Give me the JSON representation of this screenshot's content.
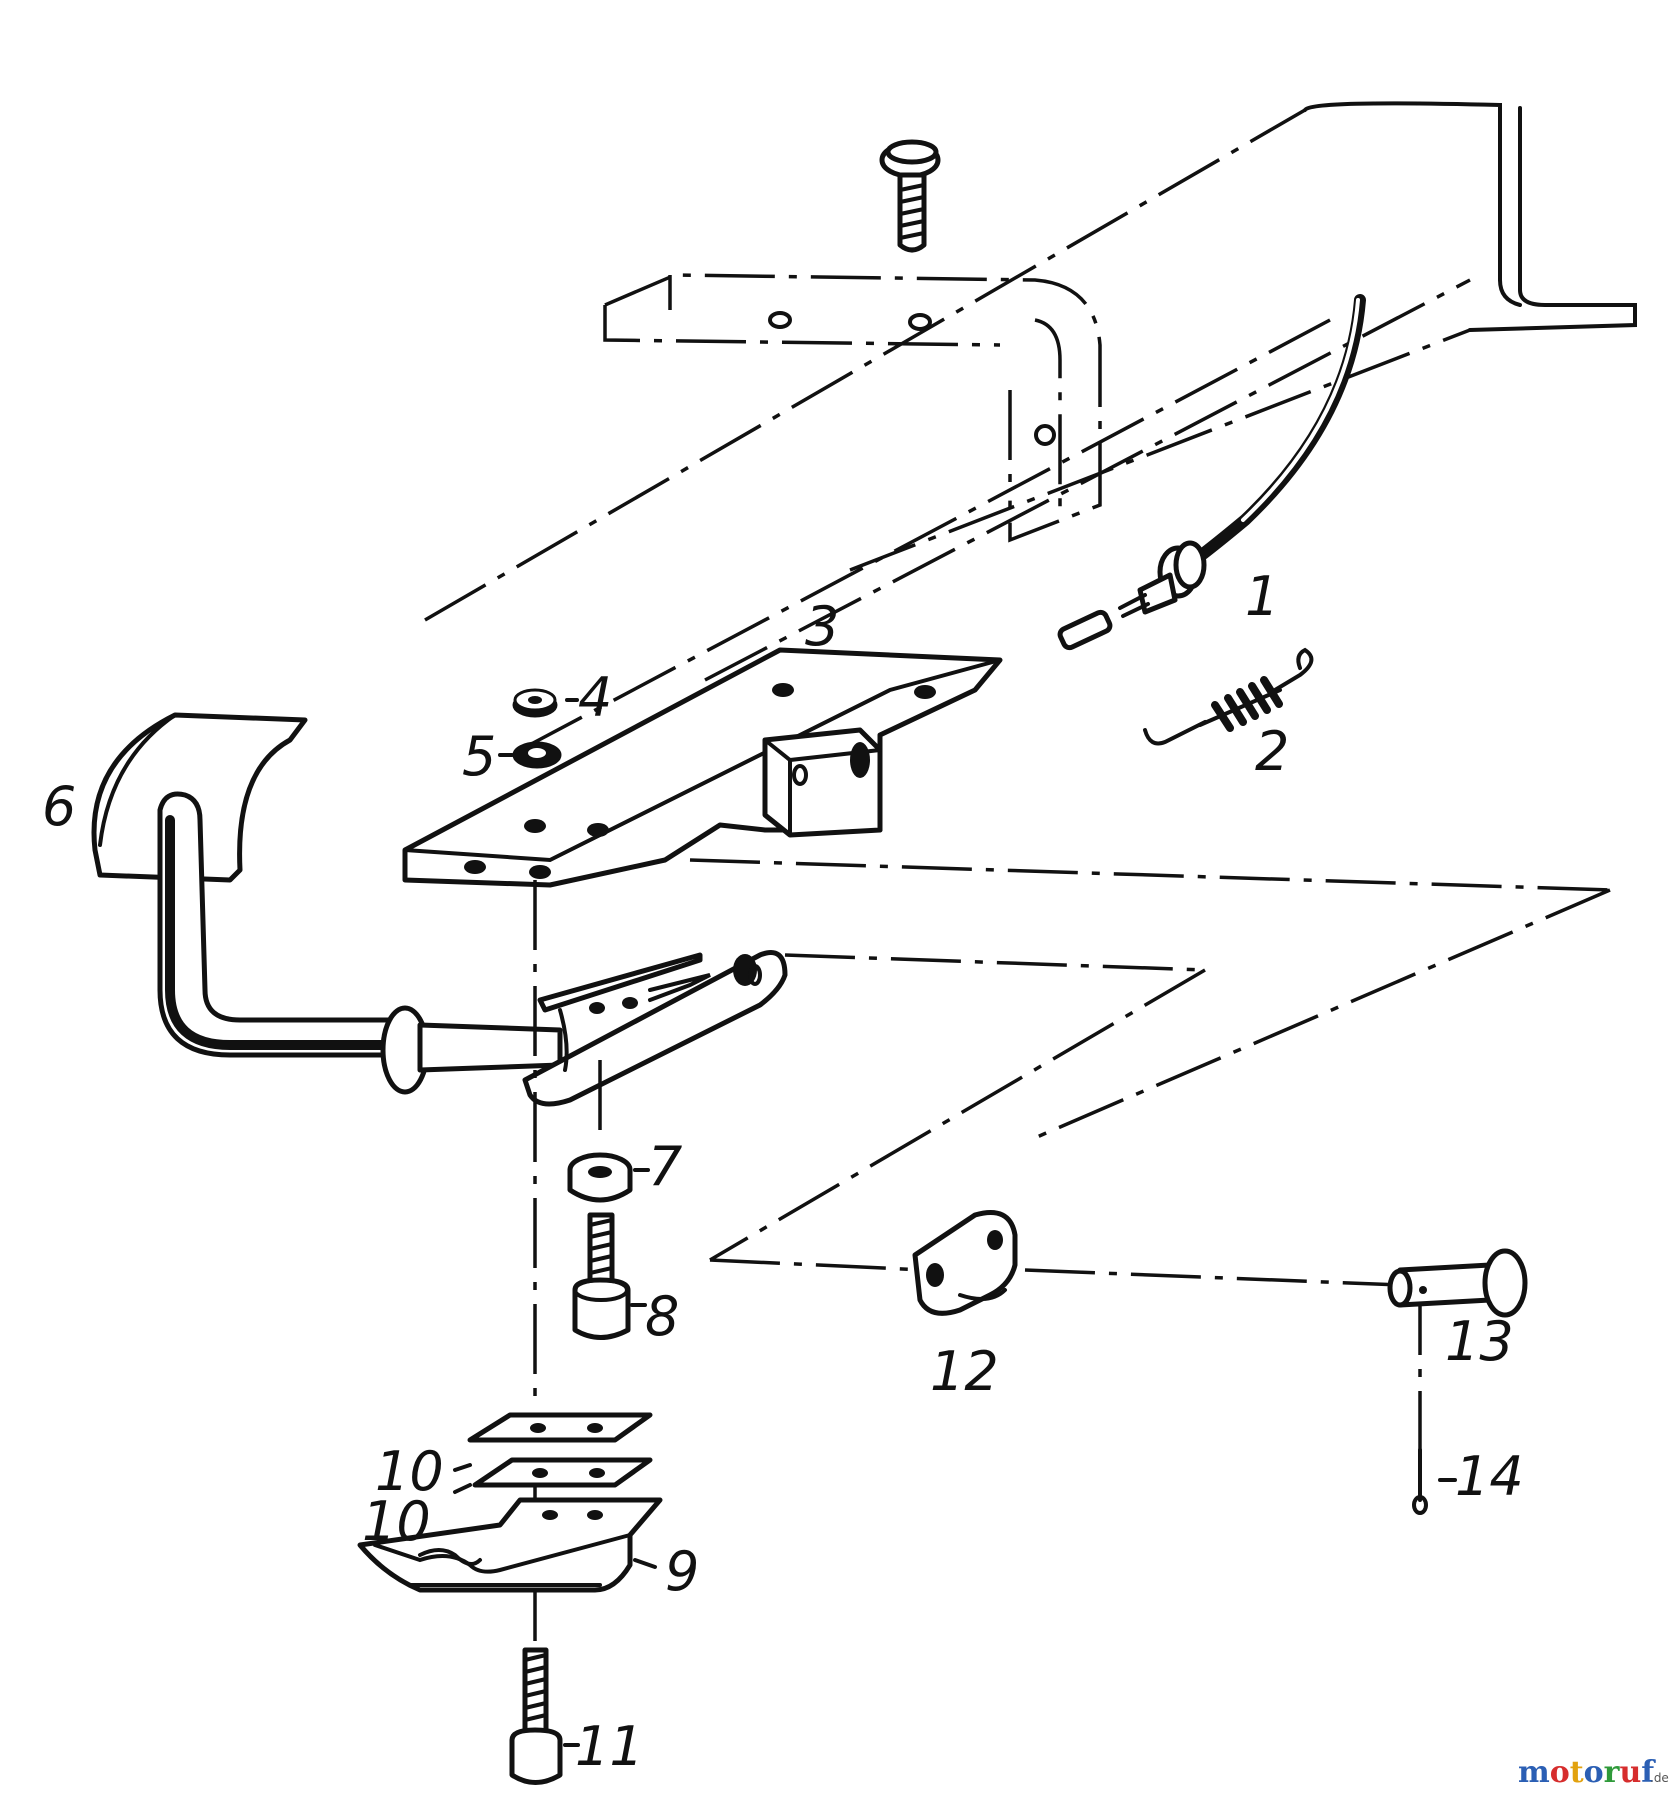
{
  "callouts": [
    {
      "id": "1",
      "label": "1"
    },
    {
      "id": "2",
      "label": "2"
    },
    {
      "id": "3",
      "label": "3"
    },
    {
      "id": "4",
      "label": "4"
    },
    {
      "id": "5",
      "label": "5"
    },
    {
      "id": "6",
      "label": "6"
    },
    {
      "id": "7",
      "label": "7"
    },
    {
      "id": "8",
      "label": "8"
    },
    {
      "id": "9",
      "label": "9"
    },
    {
      "id": "10a",
      "label": "10"
    },
    {
      "id": "10b",
      "label": "10"
    },
    {
      "id": "11",
      "label": "11"
    },
    {
      "id": "12",
      "label": "12"
    },
    {
      "id": "13",
      "label": "13"
    },
    {
      "id": "14",
      "label": "14"
    }
  ],
  "watermark": {
    "text": "motoruf",
    "suffix": ".de",
    "colors": [
      "#2b5fb4",
      "#d62d2d",
      "#e2a20f",
      "#2b5fb4",
      "#2f9a3a",
      "#d62d2d",
      "#2b5fb4"
    ]
  }
}
